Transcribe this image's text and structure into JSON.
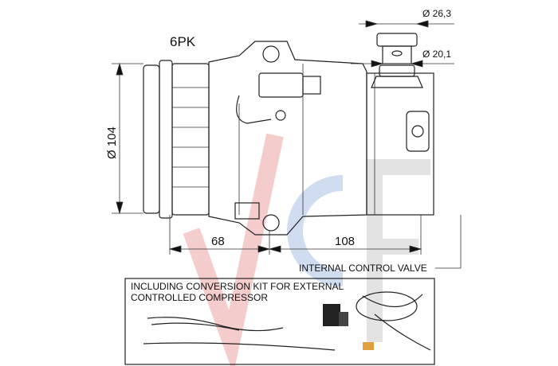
{
  "drawing": {
    "belt_label": "6PK",
    "pulley_diameter": "Ø 104",
    "port_diameter_large": "Ø 26,3",
    "port_diameter_small": "Ø 20,1",
    "dim_pulley_to_mount": "68",
    "dim_mount_to_rear": "108",
    "valve_label": "INTERNAL CONTROL VALVE"
  },
  "kit": {
    "line1": "INCLUDING CONVERSION KIT FOR EXTERNAL",
    "line2": "CONTROLLED COMPRESSOR"
  },
  "watermark": {
    "text": "VCF",
    "color_red": "#e8a0a0",
    "color_blue": "#a8c4e8"
  }
}
